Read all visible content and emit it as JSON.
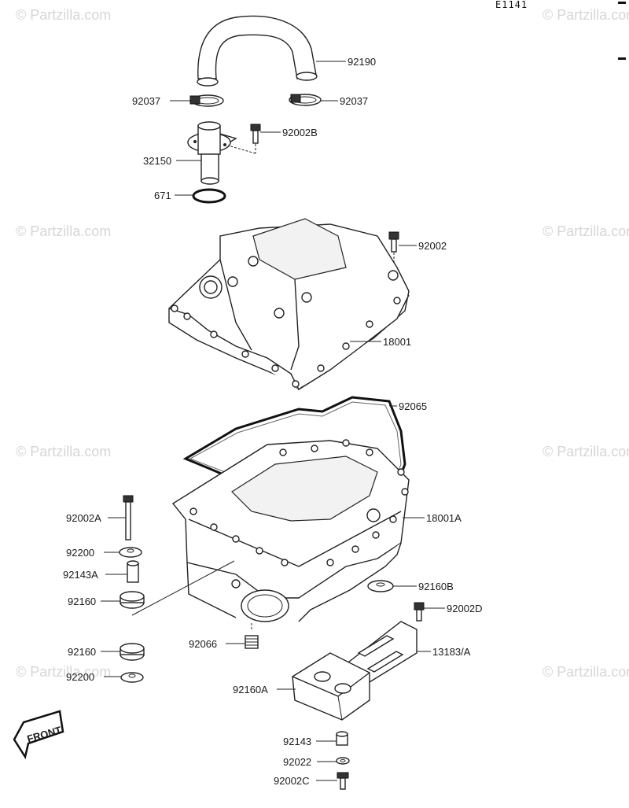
{
  "diagram_code": "E1141",
  "watermark": "© Partzilla.com",
  "front_label": "FRONT",
  "callouts": [
    {
      "id": "92190"
    },
    {
      "id": "92037"
    },
    {
      "id": "92037"
    },
    {
      "id": "92002B"
    },
    {
      "id": "32150"
    },
    {
      "id": "671"
    },
    {
      "id": "92002"
    },
    {
      "id": "18001"
    },
    {
      "id": "92065"
    },
    {
      "id": "18001A"
    },
    {
      "id": "92002A"
    },
    {
      "id": "92200"
    },
    {
      "id": "92143A"
    },
    {
      "id": "92160"
    },
    {
      "id": "92160B"
    },
    {
      "id": "92002D"
    },
    {
      "id": "92066"
    },
    {
      "id": "13183/A"
    },
    {
      "id": "92160"
    },
    {
      "id": "92200"
    },
    {
      "id": "92160A"
    },
    {
      "id": "92143"
    },
    {
      "id": "92022"
    },
    {
      "id": "92002C"
    }
  ]
}
